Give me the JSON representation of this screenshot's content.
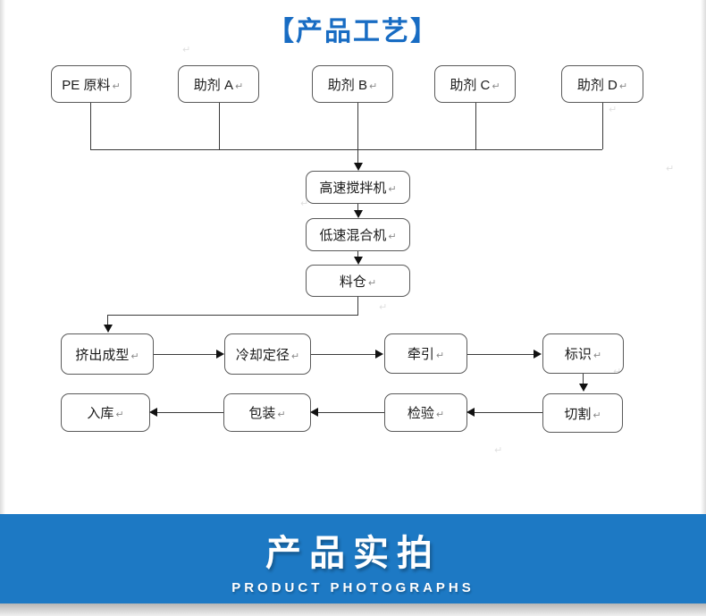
{
  "page": {
    "title": "【产品工艺】",
    "title_color": "#186cc3"
  },
  "flowchart": {
    "return_mark": "↵",
    "nodes": {
      "pe_raw": {
        "label": "PE 原料"
      },
      "additive_a": {
        "label": "助剂 A"
      },
      "additive_b": {
        "label": "助剂 B"
      },
      "additive_c": {
        "label": "助剂 C"
      },
      "additive_d": {
        "label": "助剂 D"
      },
      "high_speed_mixer": {
        "label": "高速搅拌机"
      },
      "low_speed_mixer": {
        "label": "低速混合机"
      },
      "silo": {
        "label": "料仓"
      },
      "extrusion": {
        "label": "挤出成型"
      },
      "cooling_sizing": {
        "label": "冷却定径"
      },
      "traction": {
        "label": "牵引"
      },
      "marking": {
        "label": "标识"
      },
      "cutting": {
        "label": "切割"
      },
      "inspection": {
        "label": "检验"
      },
      "packaging": {
        "label": "包装"
      },
      "warehousing": {
        "label": "入库"
      }
    }
  },
  "banner": {
    "title_cn": "产品实拍",
    "title_en": "PRODUCT PHOTOGRAPHS",
    "bg_color": "#1d79c4"
  }
}
